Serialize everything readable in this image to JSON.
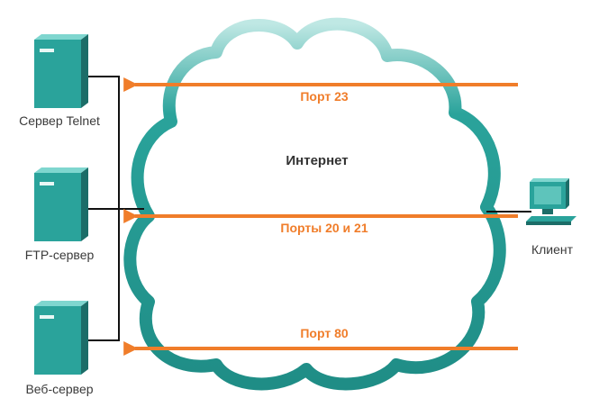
{
  "colors": {
    "server_body": "#2aa39b",
    "server_side": "#1c6d68",
    "server_top": "#7fd6cf",
    "cloud_stroke": "#2aa39b",
    "cloud_highlight": "#bfe8e4",
    "arrow": "#f07d2a",
    "wire": "#111111"
  },
  "diagram": {
    "cloud_label": "Интернет",
    "servers": [
      {
        "label": "Сервер Telnet",
        "icon": "server-icon"
      },
      {
        "label": "FTP-сервер",
        "icon": "server-icon"
      },
      {
        "label": "Веб-сервер",
        "icon": "server-icon"
      }
    ],
    "client": {
      "label": "Клиент",
      "icon": "computer-icon"
    },
    "ports": [
      {
        "label": "Порт 23"
      },
      {
        "label": "Порты 20 и 21"
      },
      {
        "label": "Порт 80"
      }
    ]
  }
}
